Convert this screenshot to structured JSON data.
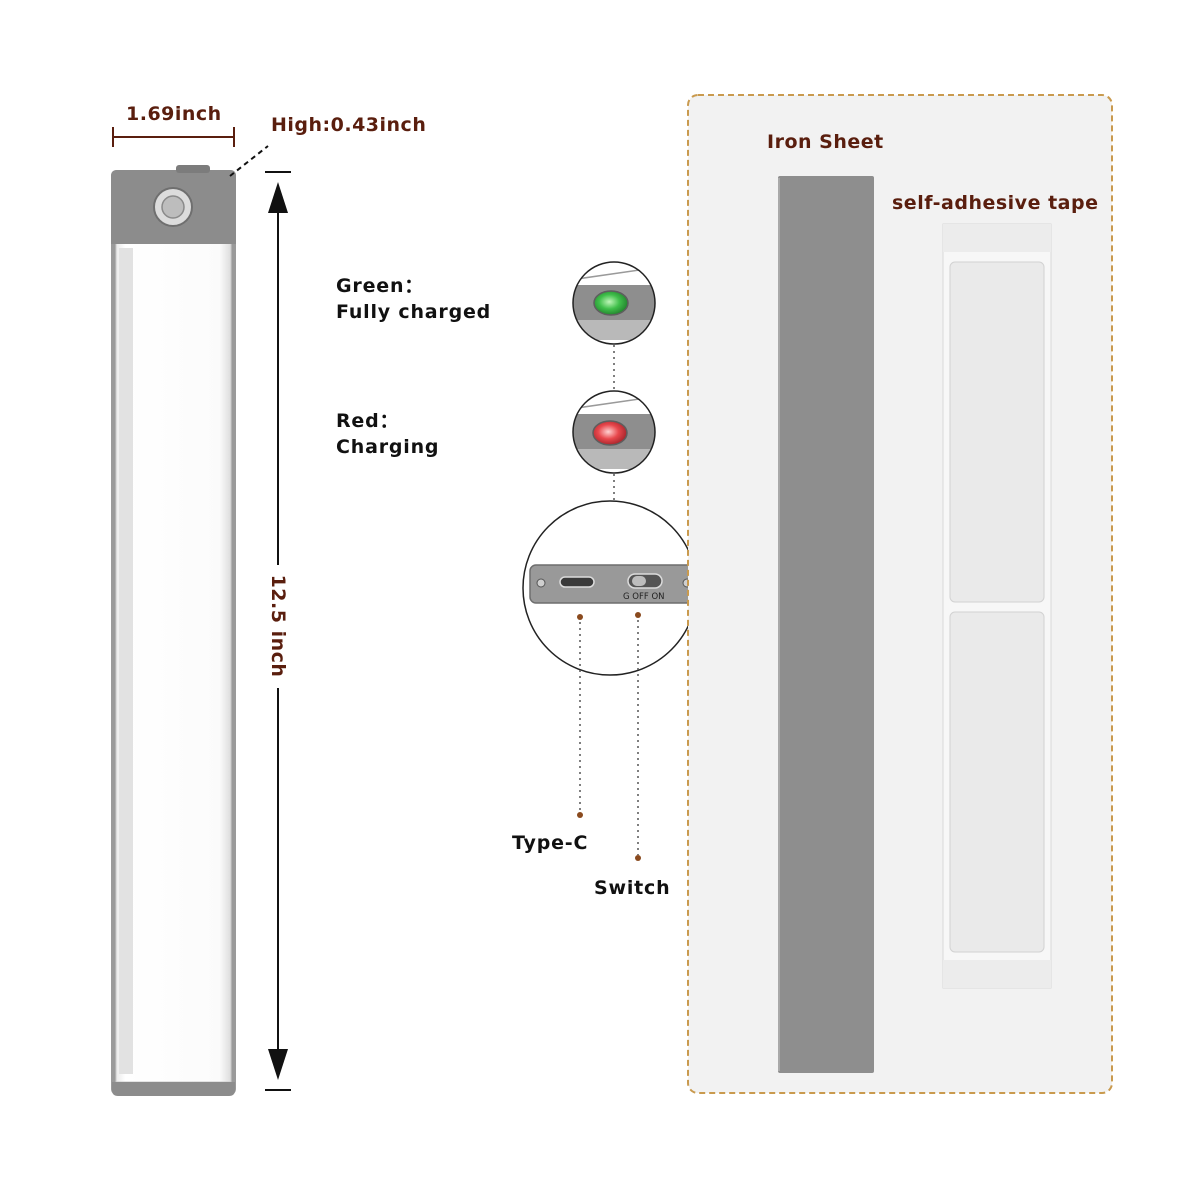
{
  "dimensions": {
    "width_label": "1.69inch",
    "height_label": "High:0.43inch",
    "length_label": "12.5 inch"
  },
  "indicators": {
    "green": {
      "title": "Green：",
      "desc": "Fully charged",
      "color": "#3fbf4a"
    },
    "red": {
      "title": "Red：",
      "desc": "Charging",
      "color": "#e8474c"
    }
  },
  "ports": {
    "switch_markings": "G OFF ON",
    "type_c_label": "Type-C",
    "switch_label": "Switch"
  },
  "accessories": {
    "iron_sheet_label": "Iron Sheet",
    "tape_label": "self-adhesive tape"
  },
  "colors": {
    "accent": "#5a1e0e",
    "product_gray": "#8a8a8a",
    "panel_border": "#c99a4e"
  }
}
